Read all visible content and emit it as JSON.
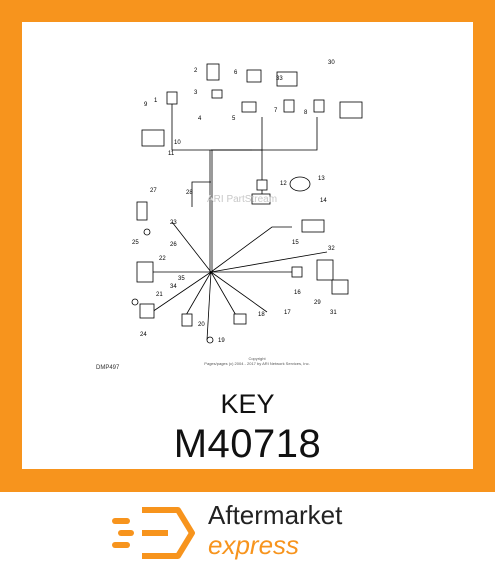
{
  "diagram": {
    "code": "DMP497",
    "watermark": "ARI PartStream",
    "copyright_line1": "Copyright",
    "copyright_line2": "Pages/pages (c) 2004 - 2017 by ARI Network Services, Inc.",
    "callouts": [
      "1",
      "2",
      "3",
      "4",
      "5",
      "6",
      "7",
      "8",
      "9",
      "10",
      "11",
      "12",
      "13",
      "14",
      "15",
      "16",
      "17",
      "18",
      "19",
      "20",
      "21",
      "22",
      "23",
      "24",
      "25",
      "26",
      "27",
      "28",
      "29",
      "30",
      "31",
      "32",
      "33",
      "34",
      "35"
    ]
  },
  "product": {
    "title": "KEY",
    "part_number": "M40718"
  },
  "brand": {
    "name_line1": "Aftermarket",
    "name_line2": "express",
    "accent_color": "#f7941d"
  }
}
